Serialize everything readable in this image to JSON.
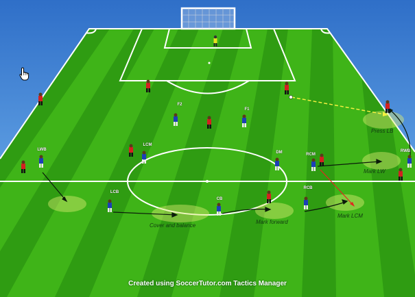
{
  "labels": {
    "blue_players": {
      "lwb": "LWB",
      "lcm": "LCM",
      "f2": "F2",
      "f1": "F1",
      "dm": "DM",
      "rcm": "RCM",
      "rwb": "RWB",
      "lcb": "LCB",
      "cb": "CB",
      "rcb": "RCB"
    },
    "annotations": {
      "press_lb": "Press LB",
      "mark_lw": "Mark LW",
      "mark_lcm": "Mark LCM",
      "mark_forward": "Mark forward",
      "cover_and_balance": "Cover and balance"
    }
  },
  "credit": "Created using SoccerTutor.com Tactics Manager",
  "colors": {
    "sky": "#5aa0e8",
    "pitch_light": "#4cc21f",
    "pitch_dark": "#2e9a12",
    "blue_team": "#1c3fb8",
    "red_team": "#d42020",
    "keeper": "#e8e020",
    "zone_fill": "#d8e870",
    "pass_line": "#f0f040"
  },
  "icons": {
    "cursor": "hand-pointer-icon",
    "goal": "goal-frame-icon",
    "ball": "ball-icon"
  }
}
